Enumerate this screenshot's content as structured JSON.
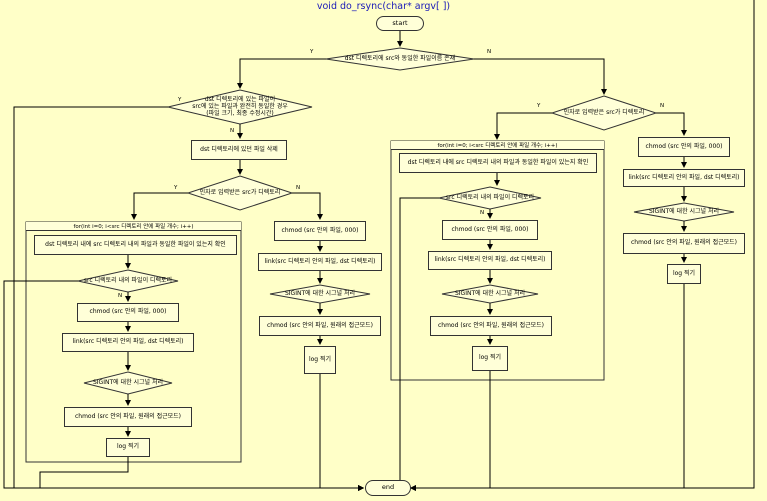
{
  "title": "void do_rsync(char* argv[ ])",
  "start": "start",
  "end": "end",
  "yes": "Y",
  "no": "N",
  "cond_exists": "dst 디렉토리에 src와 동일한 파일이름 존재",
  "cond_same": [
    "dst 디렉토리에 있는 파일이",
    "src에 있는 파일과 완전히 동일한 경우",
    "(파일 크기, 최종 수정시간)"
  ],
  "delete": "dst 디렉토리에 있던 파일 삭제",
  "cond_isdir": "인자로 입력받은 src가 디렉토리",
  "loop_label": "for(int i=0; i<src 디렉토리 안에 파일 개수; i++)",
  "check_same": "dst 디렉토리 내에 src 디렉토리 내의 파일과 동일한 파일이 있는지 확인",
  "check_same_right": "dst 디렉토리 내에 src 디렉토리 내의 파일과 동일한 파일이 있는지 확인",
  "cond_in_dir": "src 디렉토리 내의 파일이 디렉토리",
  "chmod_000": "chmod (src 안의 파일, 000)",
  "link": "link(src 디렉토리 안의 파일, dst 디렉토리)",
  "sigint": "SIGINT에 대한 시그널 처리",
  "chmod_restore": "chmod (src 안의 파일, 원래의 접근모드)",
  "log": "log 찍기"
}
